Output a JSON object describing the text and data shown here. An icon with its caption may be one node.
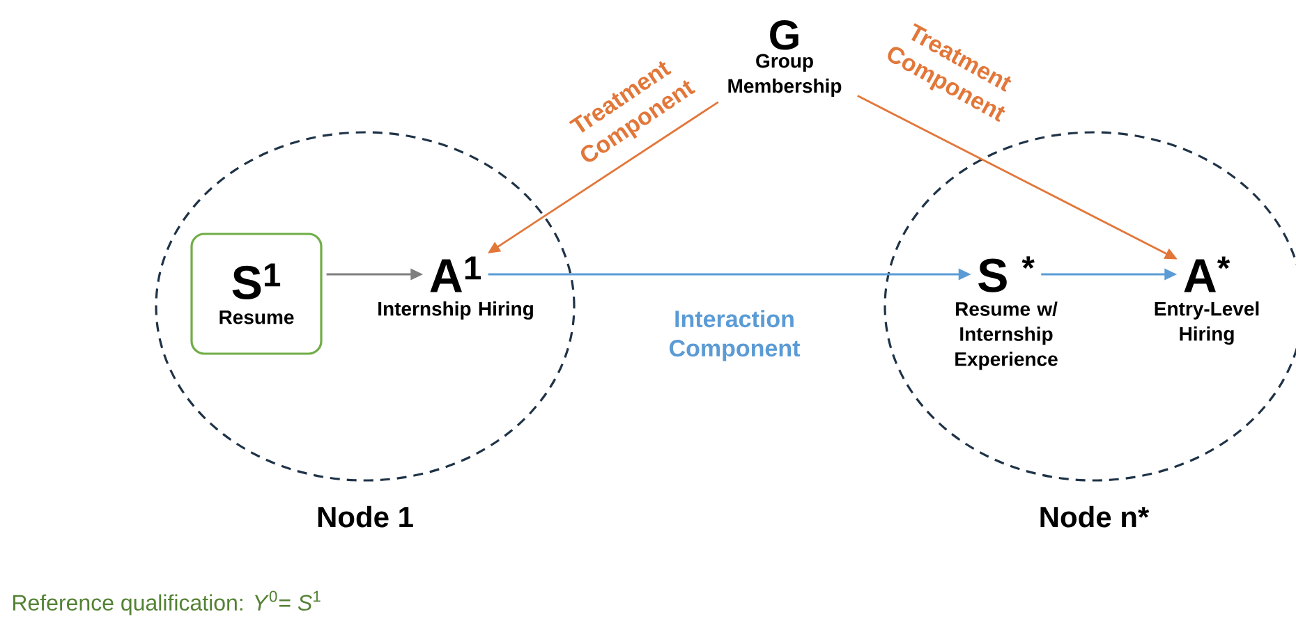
{
  "diagram": {
    "nodes": [
      {
        "text": [
          "Node 1"
        ]
      },
      {
        "text": [
          "S$^{1}$",
          "Resume"
        ],
        "in": 0
      },
      {
        "text": [
          "A$^{1}$",
          "Internship Hiring"
        ],
        "in": 0
      },
      {
        "text": [
          "Node n*"
        ]
      },
      {
        "text": [
          "S $^{*}$",
          "Resume w/ Internship Experience"
        ],
        "in": 3
      },
      {
        "text": [
          "A$^{*}$",
          "Entry-Level Hiring"
        ],
        "in": 3
      },
      {
        "text": [
          "G",
          "Group Membership"
        ]
      }
    ],
    "edges": [
      {
        "from": 1,
        "to": 2,
        "arrow": "to",
        "color": "#7f7f7f"
      },
      {
        "from": 6,
        "to": 2,
        "arrow": "to",
        "label": "Treatment Component",
        "color": "#e2773a"
      },
      {
        "from": 2,
        "to": 4,
        "arrow": "to",
        "label": "Interaction Component",
        "color": "#5b9bd5"
      },
      {
        "from": 4,
        "to": 5,
        "arrow": "to",
        "color": "#5b9bd5"
      },
      {
        "from": 6,
        "to": 5,
        "arrow": "to",
        "label": "Treatment Component",
        "color": "#e2773a"
      }
    ],
    "labels": [
      "Reference qualification: *Y*$^{0}$= *S*$^{1}$"
    ]
  }
}
